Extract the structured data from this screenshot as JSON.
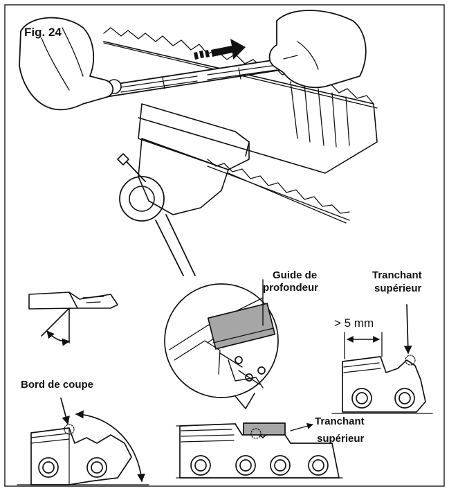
{
  "figure": {
    "label": "Fig. 24"
  },
  "labels": {
    "depth_gauge": [
      "Guide de",
      "profondeur"
    ],
    "top_edge_right": [
      "Tranchant",
      "supérieur"
    ],
    "spacing": "> 5 mm",
    "cutting_edge": "Bord de coupe",
    "top_edge_bottom": [
      "Tranchant",
      "supérieur"
    ]
  },
  "colors": {
    "ink": "#111111",
    "frame": "#333333",
    "gauge_fill": "#a6a6a6",
    "bg": "#ffffff"
  }
}
